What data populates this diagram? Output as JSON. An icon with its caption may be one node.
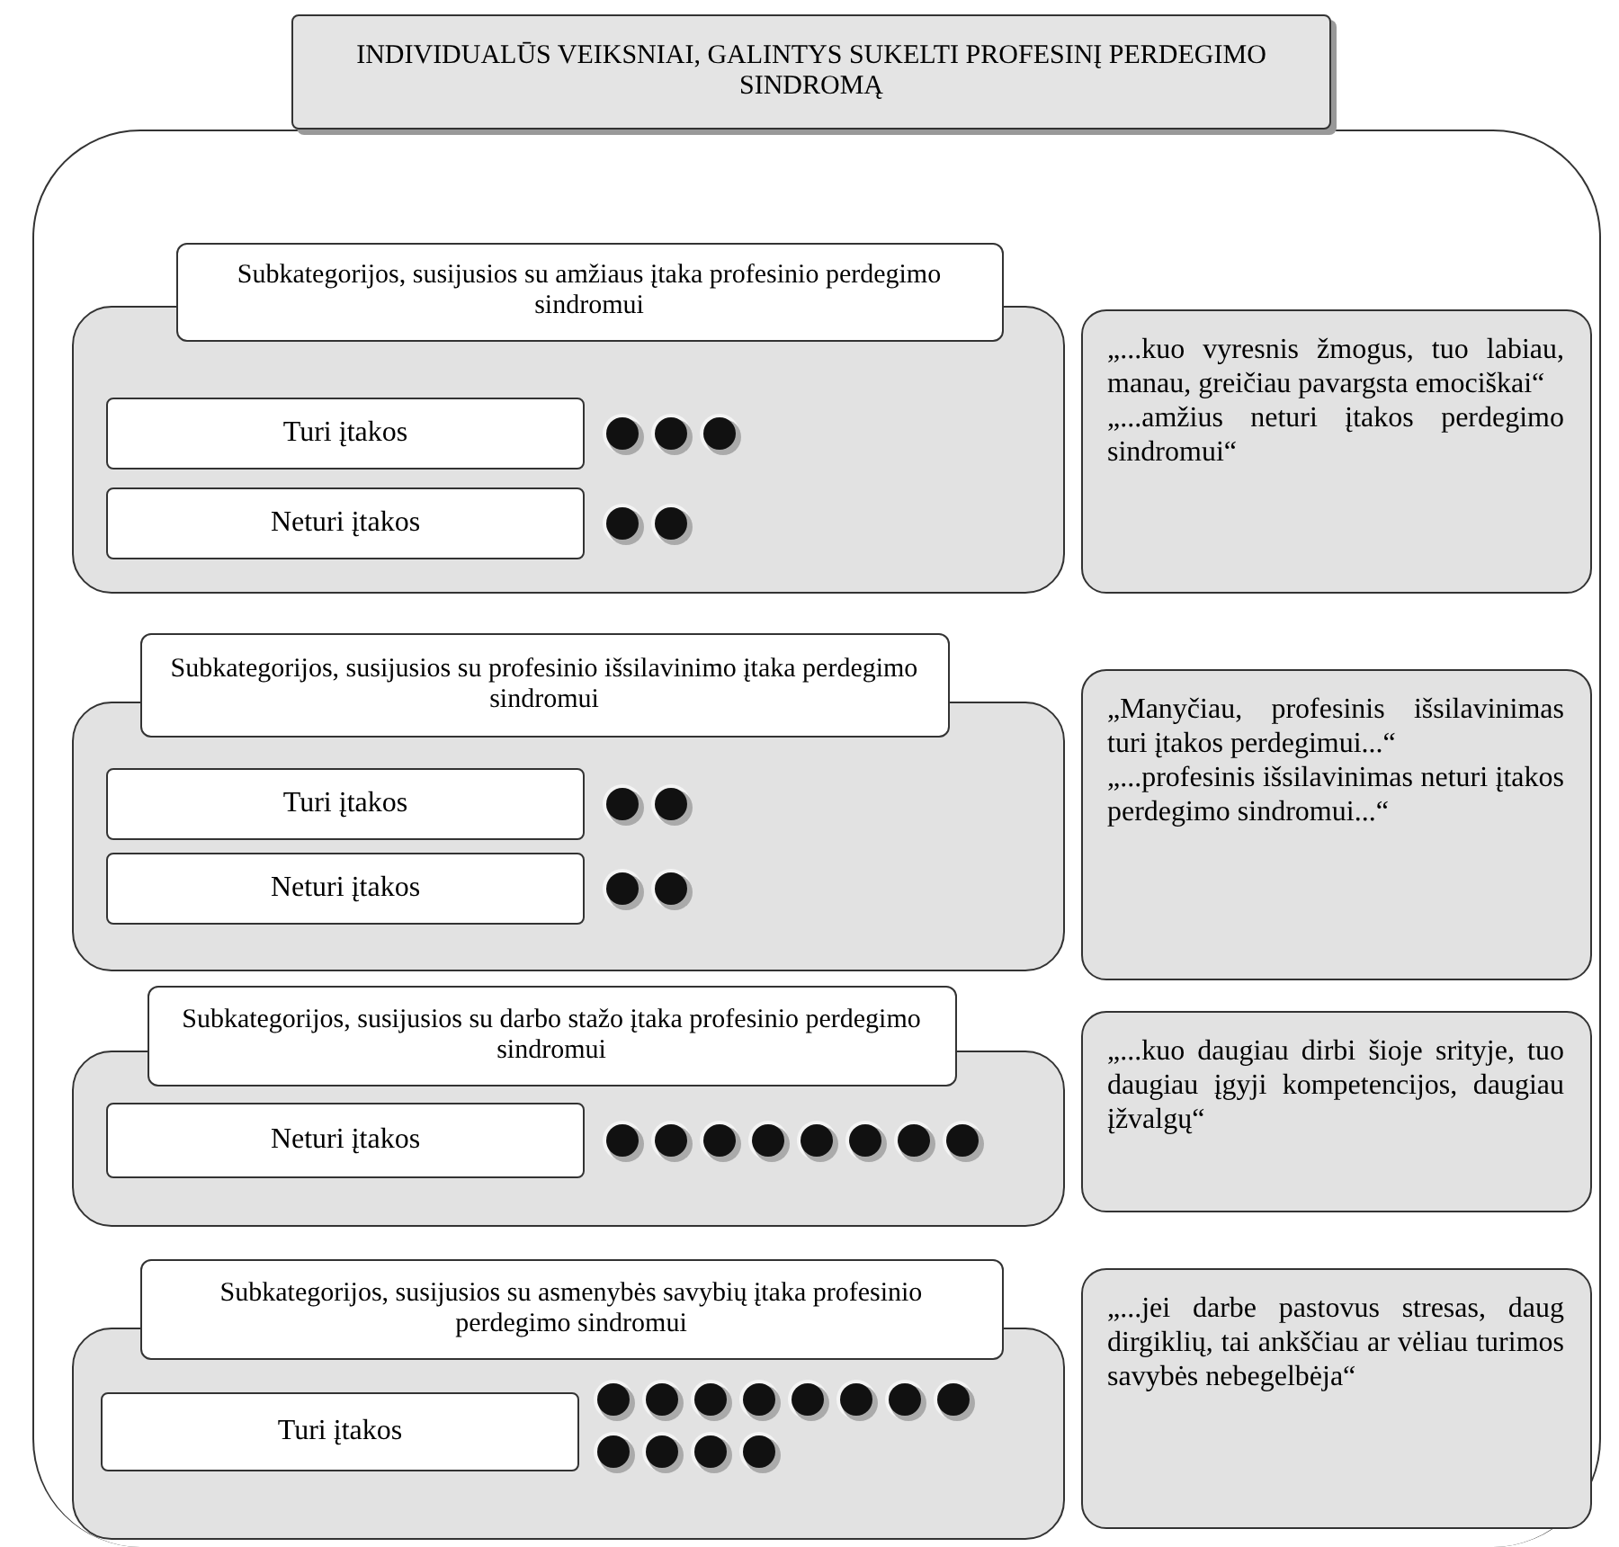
{
  "diagram": {
    "nodes": [
      {
        "text": [
          "INDIVIDUALŪS VEIKSNIAI, GALINTYS SUKELTI PROFESINĮ PERDEGIMO SINDROMĄ"
        ]
      },
      {
        "text": [],
        "shape": "box"
      },
      {
        "text": [
          "Subkategorijos, susijusios su amžiaus įtaka profesinio perdegimo sindromui"
        ],
        "in": 1
      },
      {
        "text": [],
        "shape": "box",
        "in": 1
      },
      {
        "text": [
          "Turi įtakos"
        ],
        "in": 3
      },
      {
        "text": [],
        "shape": "circle",
        "in": 3
      },
      {
        "text": [],
        "shape": "circle",
        "in": 3
      },
      {
        "text": [],
        "shape": "circle",
        "in": 3
      },
      {
        "text": [
          "Neturi įtakos"
        ],
        "in": 3
      },
      {
        "text": [],
        "shape": "circle",
        "in": 3
      },
      {
        "text": [],
        "shape": "circle",
        "in": 3
      },
      {
        "text": [
          "„...kuo vyresnis žmogus, tuo labiau, manau, greičiau pavargsta emociškai“",
          "„...amžius neturi įtakos perdegimo sindromui“"
        ],
        "in": 1
      },
      {
        "text": [
          "Subkategorijos, susijusios su profesinio išsilavinimo įtaka perdegimo sindromui"
        ],
        "in": 1
      },
      {
        "text": [],
        "shape": "box",
        "in": 1
      },
      {
        "text": [
          "Turi įtakos"
        ],
        "in": 13
      },
      {
        "text": [],
        "shape": "circle",
        "in": 13
      },
      {
        "text": [],
        "shape": "circle",
        "in": 13
      },
      {
        "text": [
          "Neturi įtakos"
        ],
        "in": 13
      },
      {
        "text": [],
        "shape": "circle",
        "in": 13
      },
      {
        "text": [],
        "shape": "circle",
        "in": 13
      },
      {
        "text": [
          "„Manyčiau, profesinis išsilavinimas turi įtakos perdegimui...“",
          "„...profesinis išsilavinimas neturi įtakos perdegimo sindromui...“"
        ],
        "in": 1
      },
      {
        "text": [
          "Subkategorijos, susijusios su darbo stažo įtaka profesinio perdegimo sindromui"
        ],
        "in": 1
      },
      {
        "text": [],
        "shape": "box",
        "in": 1
      },
      {
        "text": [
          "Neturi įtakos"
        ],
        "in": 22
      },
      {
        "text": [],
        "shape": "circle",
        "in": 22
      },
      {
        "text": [],
        "shape": "circle",
        "in": 22
      },
      {
        "text": [],
        "shape": "circle",
        "in": 22
      },
      {
        "text": [],
        "shape": "circle",
        "in": 22
      },
      {
        "text": [],
        "shape": "circle",
        "in": 22
      },
      {
        "text": [],
        "shape": "circle",
        "in": 22
      },
      {
        "text": [],
        "shape": "circle",
        "in": 22
      },
      {
        "text": [],
        "shape": "circle",
        "in": 22
      },
      {
        "text": [
          "„...kuo daugiau dirbi šioje srityje, tuo daugiau įgyji kompetencijos, daugiau įžvalgų“"
        ],
        "in": 1
      },
      {
        "text": [
          "Subkategorijos, susijusios su asmenybės savybių įtaka profesinio perdegimo sindromui"
        ],
        "in": 1
      },
      {
        "text": [],
        "shape": "box",
        "in": 1
      },
      {
        "text": [
          "Turi įtakos"
        ],
        "in": 34
      },
      {
        "text": [],
        "shape": "circle",
        "in": 34
      },
      {
        "text": [],
        "shape": "circle",
        "in": 34
      },
      {
        "text": [],
        "shape": "circle",
        "in": 34
      },
      {
        "text": [],
        "shape": "circle",
        "in": 34
      },
      {
        "text": [],
        "shape": "circle",
        "in": 34
      },
      {
        "text": [],
        "shape": "circle",
        "in": 34
      },
      {
        "text": [],
        "shape": "circle",
        "in": 34
      },
      {
        "text": [],
        "shape": "circle",
        "in": 34
      },
      {
        "text": [],
        "shape": "circle",
        "in": 34
      },
      {
        "text": [],
        "shape": "circle",
        "in": 34
      },
      {
        "text": [],
        "shape": "circle",
        "in": 34
      },
      {
        "text": [],
        "shape": "circle",
        "in": 34
      },
      {
        "text": [
          "„...jei darbe pastovus stresas, daug dirgiklių, tai ankščiau ar vėliau turimos savybės nebegelbėja“"
        ],
        "in": 1
      }
    ],
    "edges": []
  }
}
